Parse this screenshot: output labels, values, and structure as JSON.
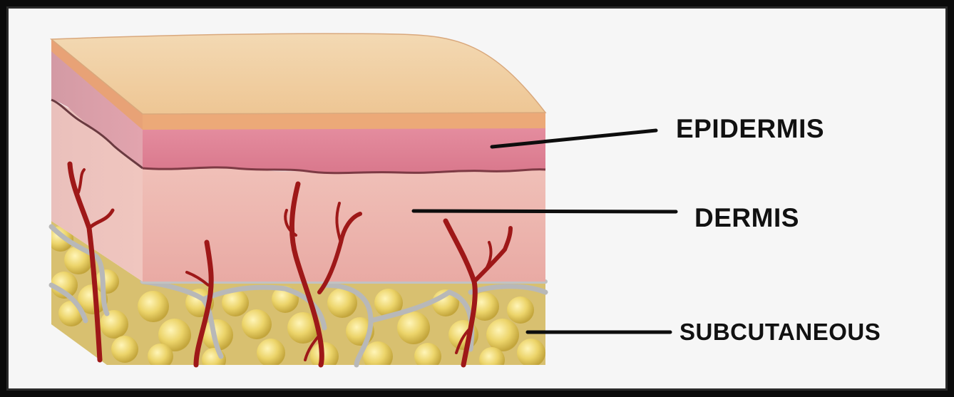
{
  "labels": {
    "epidermis": "EPIDERMIS",
    "dermis": "DERMIS",
    "subcutaneous": "SUBCUTANEOUS"
  },
  "colors": {
    "frame": "#0b0b0b",
    "background": "#f6f6f6",
    "epidermis_top": "#f2cfa2",
    "epidermis_edge": "#e8a86e",
    "epidermis_side": "#d98a96",
    "dermis": "#edb8b0",
    "fat": "#e6cd62",
    "vessel": "#9e1818",
    "septa": "#b4b4b4",
    "leader_line": "#0d0d0d"
  }
}
